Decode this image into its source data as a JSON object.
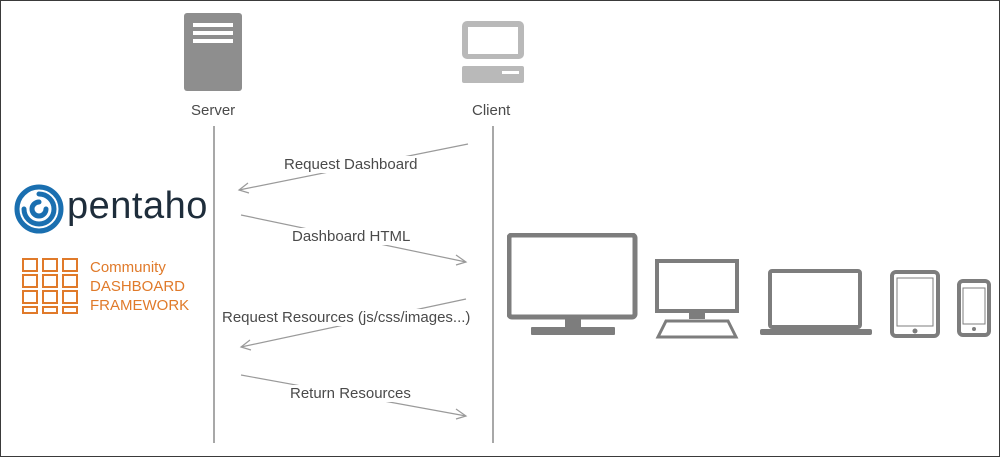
{
  "actors": {
    "server": {
      "label": "Server"
    },
    "client": {
      "label": "Client"
    }
  },
  "messages": [
    {
      "label": "Request Dashboard",
      "direction": "client-to-server"
    },
    {
      "label": "Dashboard HTML",
      "direction": "server-to-client"
    },
    {
      "label": "Request Resources (js/css/images...)",
      "direction": "client-to-server"
    },
    {
      "label": "Return Resources",
      "direction": "server-to-client"
    }
  ],
  "branding": {
    "pentaho": "pentaho",
    "cdf_lines": [
      "Community",
      "DASHBOARD",
      "FRAMEWORK"
    ]
  },
  "devices": [
    "desktop-monitor-icon",
    "desktop-pc-icon",
    "laptop-icon",
    "tablet-icon",
    "phone-icon"
  ],
  "colors": {
    "icon_gray": "#7d7d7d",
    "line_gray": "#a8a8a8",
    "pentaho_blue": "#1a6fb0",
    "cdf_orange": "#e07a2a"
  }
}
